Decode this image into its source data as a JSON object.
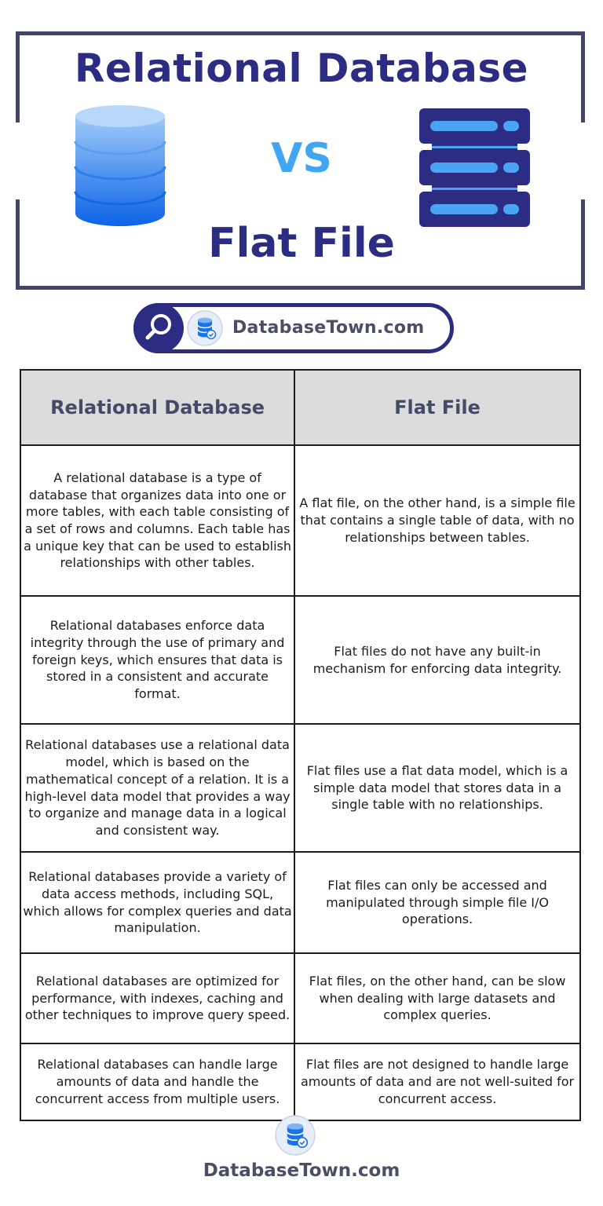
{
  "header": {
    "title_top": "Relational Database",
    "vs": "VS",
    "title_bottom": "Flat File",
    "icons": [
      "database-stack-icon",
      "server-rack-icon"
    ]
  },
  "search_bar": {
    "text": "DatabaseTown.com",
    "icons": [
      "search-icon",
      "database-logo-icon"
    ]
  },
  "table": {
    "headers": [
      "Relational Database",
      "Flat File"
    ],
    "rows": [
      {
        "relational": "A relational database is a type of database that organizes data into one or more tables, with each table consisting of a set of rows and columns. Each table has a unique key that can be used to establish relationships with other tables.",
        "flat": "A flat file, on the other hand, is a simple file that contains a single table of data, with no relationships between tables."
      },
      {
        "relational": "Relational databases enforce data integrity through the use of primary and foreign keys, which ensures that data is stored in a consistent and accurate format.",
        "flat": "Flat files do not have any built-in mechanism for enforcing data integrity."
      },
      {
        "relational": "Relational databases use a relational data model, which is based on the mathematical concept of a relation. It is a high-level data model that provides a way to organize and manage data in a logical and consistent way.",
        "flat": "Flat files use a flat data model, which is a simple data model that stores data in a single table with no relationships."
      },
      {
        "relational": "Relational databases provide a variety of data access methods, including SQL, which allows for complex queries and data manipulation.",
        "flat": "Flat files can only be accessed and manipulated through simple file I/O operations."
      },
      {
        "relational": "Relational databases are optimized for performance, with indexes, caching and other techniques to improve query speed.",
        "flat": "Flat files, on the other hand, can be slow when dealing with large datasets and complex queries."
      },
      {
        "relational": "Relational databases can handle large amounts of data and handle the concurrent access from multiple users.",
        "flat": "Flat files are not designed to handle large amounts of data and are not well-suited for concurrent access."
      }
    ]
  },
  "footer": {
    "text": "DatabaseTown.com"
  },
  "colors": {
    "navy": "#2c2c82",
    "accent_blue": "#42a5f2",
    "header_gray": "#dcdcdc",
    "frame": "#424564"
  }
}
